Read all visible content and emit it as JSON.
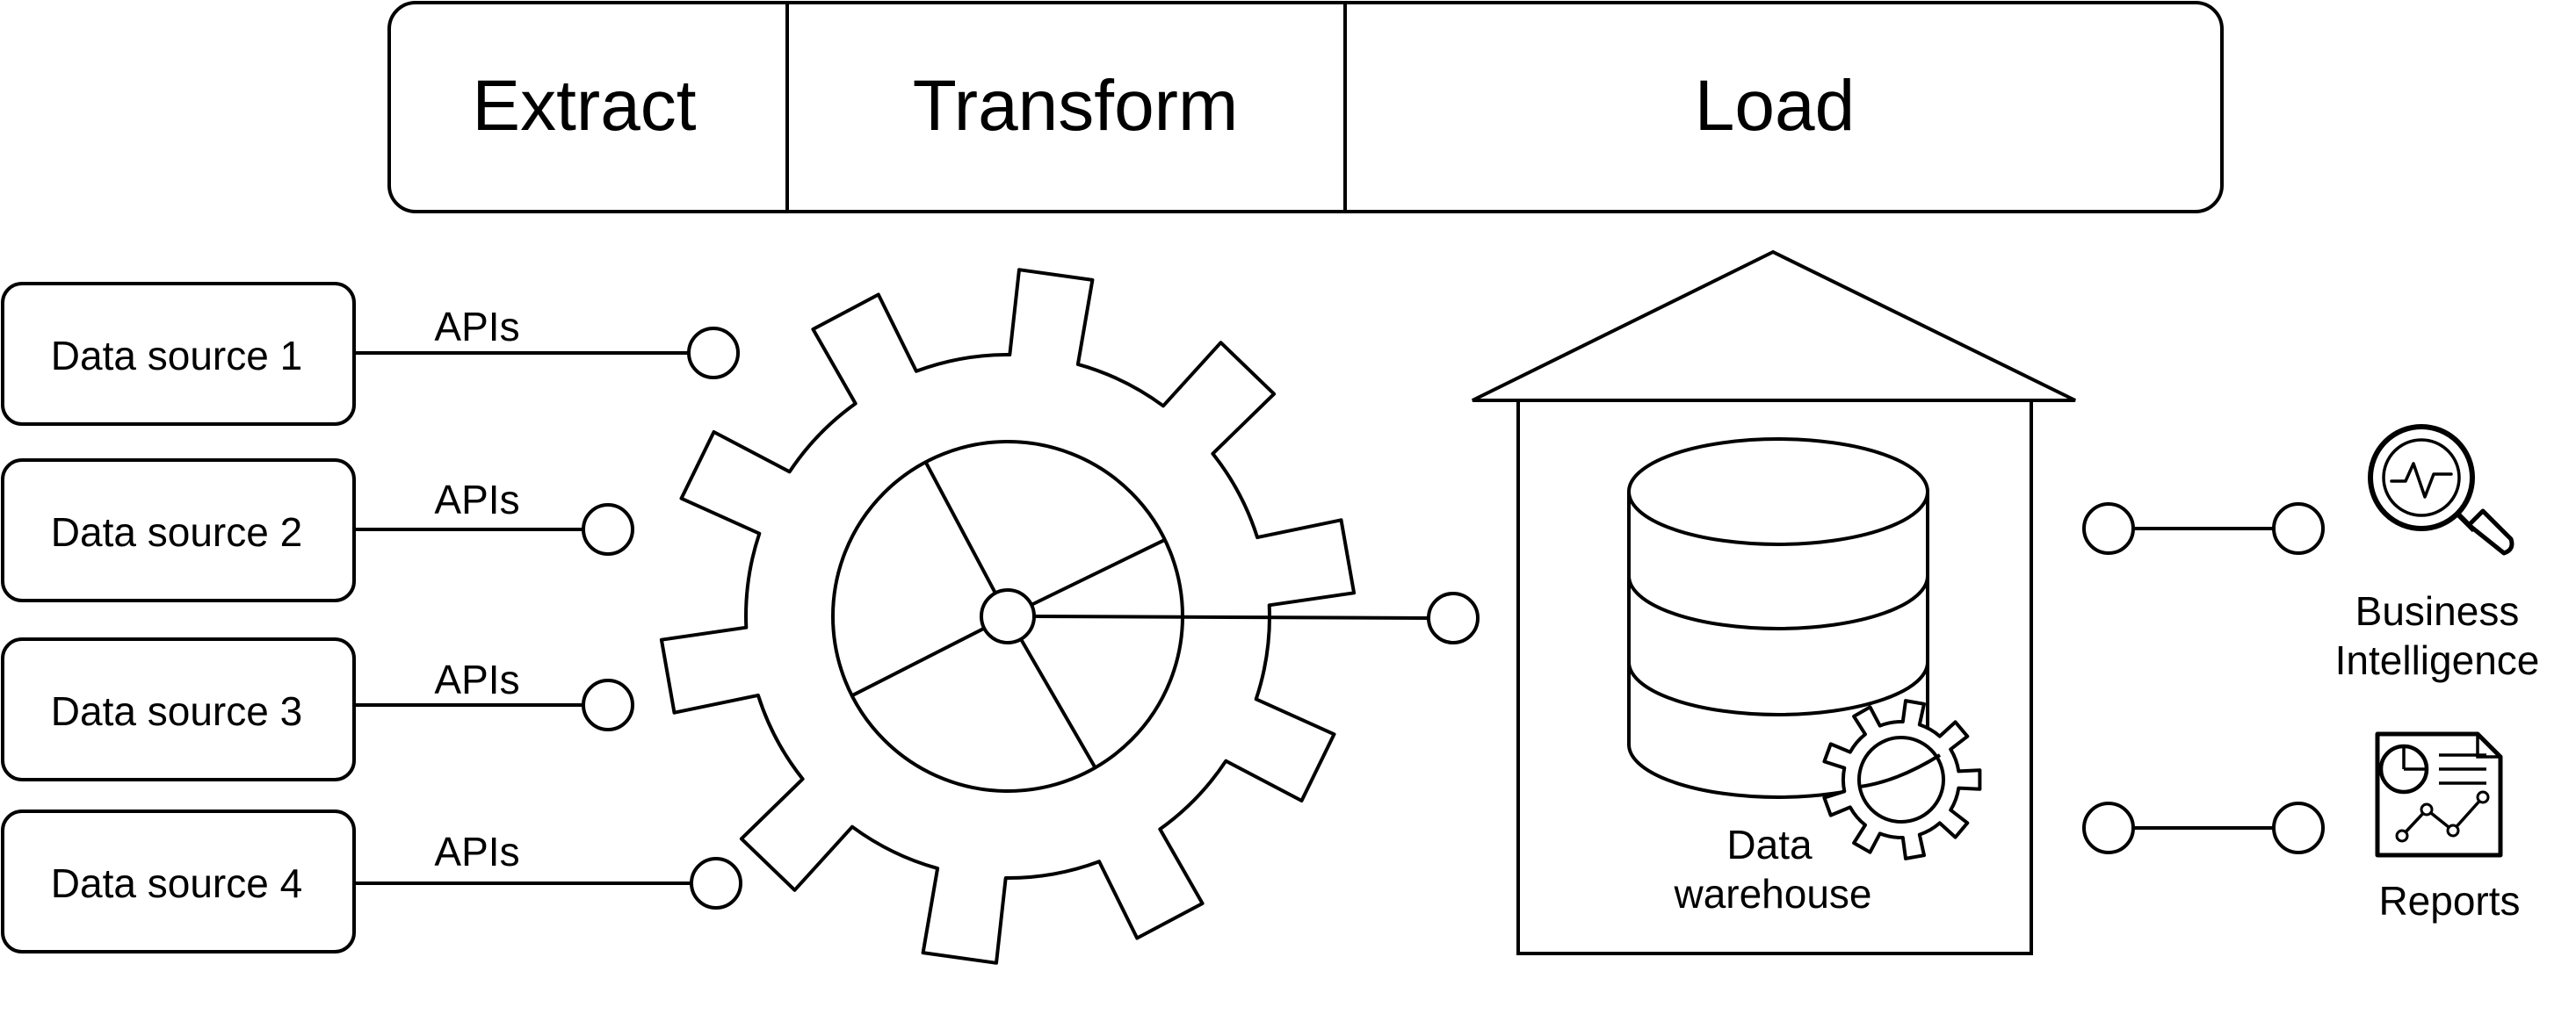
{
  "header": {
    "extract": "Extract",
    "transform": "Transform",
    "load": "Load"
  },
  "sources": [
    {
      "label": "Data source 1",
      "connector": "APIs"
    },
    {
      "label": "Data source 2",
      "connector": "APIs"
    },
    {
      "label": "Data source 3",
      "connector": "APIs"
    },
    {
      "label": "Data source 4",
      "connector": "APIs"
    }
  ],
  "warehouse": {
    "line1": "Data",
    "line2": "warehouse"
  },
  "outputs": {
    "bi_line1": "Business",
    "bi_line2": "Intelligence",
    "reports": "Reports"
  },
  "icons": {
    "transform": "gear-icon",
    "warehouse_building": "warehouse-icon",
    "database": "database-icon",
    "bi": "magnifier-analytics-icon",
    "reports": "report-document-icon"
  }
}
